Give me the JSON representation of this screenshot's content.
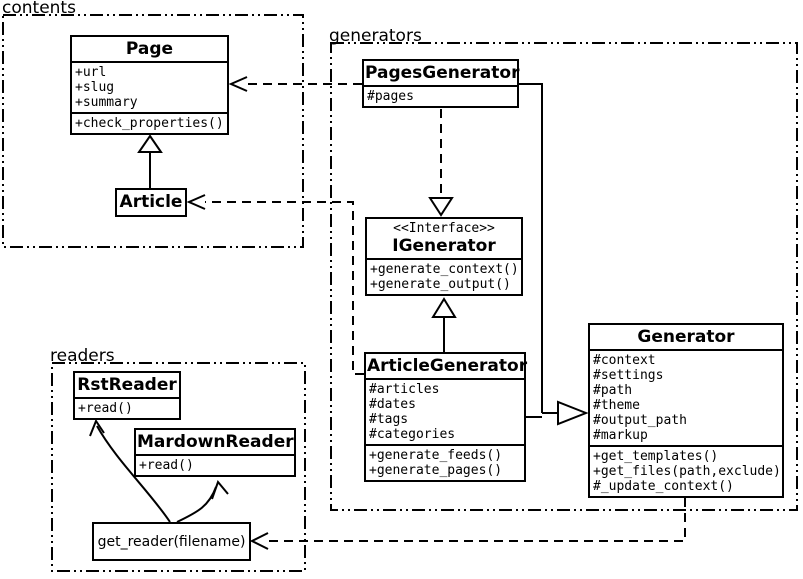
{
  "diagram": {
    "packages": {
      "contents": {
        "label": "contents"
      },
      "generators": {
        "label": "generators"
      },
      "readers": {
        "label": "readers"
      }
    },
    "classes": {
      "page": {
        "name": "Page",
        "attributes": [
          "+url",
          "+slug",
          "+summary"
        ],
        "methods": [
          "+check_properties()"
        ]
      },
      "article": {
        "name": "Article"
      },
      "pages_generator": {
        "name": "PagesGenerator",
        "attributes": [
          "#pages"
        ]
      },
      "igenerator": {
        "stereotype": "<<Interface>>",
        "name": "IGenerator",
        "methods": [
          "+generate_context()",
          "+generate_output()"
        ]
      },
      "article_generator": {
        "name": "ArticleGenerator",
        "attributes": [
          "#articles",
          "#dates",
          "#tags",
          "#categories"
        ],
        "methods": [
          "+generate_feeds()",
          "+generate_pages()"
        ]
      },
      "generator": {
        "name": "Generator",
        "attributes": [
          "#context",
          "#settings",
          "#path",
          "#theme",
          "#output_path",
          "#markup"
        ],
        "methods": [
          "+get_templates()",
          "+get_files(path,exclude)",
          "#_update_context()"
        ]
      },
      "rst_reader": {
        "name": "RstReader",
        "methods": [
          "+read()"
        ]
      },
      "mardown_reader": {
        "name": "MardownReader",
        "methods": [
          "+read()"
        ]
      },
      "get_reader": {
        "label": "get_reader(filename)"
      }
    },
    "relationships": [
      {
        "from": "Article",
        "to": "Page",
        "type": "generalization"
      },
      {
        "from": "PagesGenerator",
        "to": "Page",
        "type": "dependency"
      },
      {
        "from": "ArticleGenerator",
        "to": "Article",
        "type": "dependency"
      },
      {
        "from": "PagesGenerator",
        "to": "IGenerator",
        "type": "realization"
      },
      {
        "from": "ArticleGenerator",
        "to": "IGenerator",
        "type": "realization"
      },
      {
        "from": "PagesGenerator",
        "to": "Generator",
        "type": "generalization"
      },
      {
        "from": "ArticleGenerator",
        "to": "Generator",
        "type": "generalization"
      },
      {
        "from": "Generator",
        "to": "get_reader(filename)",
        "type": "dependency"
      },
      {
        "from": "get_reader(filename)",
        "to": "RstReader",
        "type": "arrow"
      },
      {
        "from": "get_reader(filename)",
        "to": "MardownReader",
        "type": "arrow"
      }
    ],
    "colors": {
      "line": "#000000",
      "background": "#ffffff",
      "fill": "#ffffff"
    }
  }
}
